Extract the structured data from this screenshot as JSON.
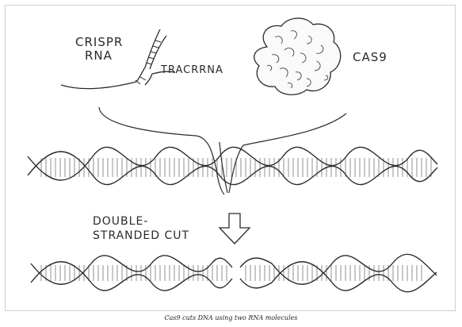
{
  "labels": {
    "crispr_line1": "CRISPR",
    "crispr_line2": "RNA",
    "tracr": "TRACRRNA",
    "cas9": "CAS9",
    "cut_line1": "DOUBLE-",
    "cut_line2": "STRANDED CUT"
  },
  "caption": "Cas9 cuts DNA using two RNA molecules"
}
